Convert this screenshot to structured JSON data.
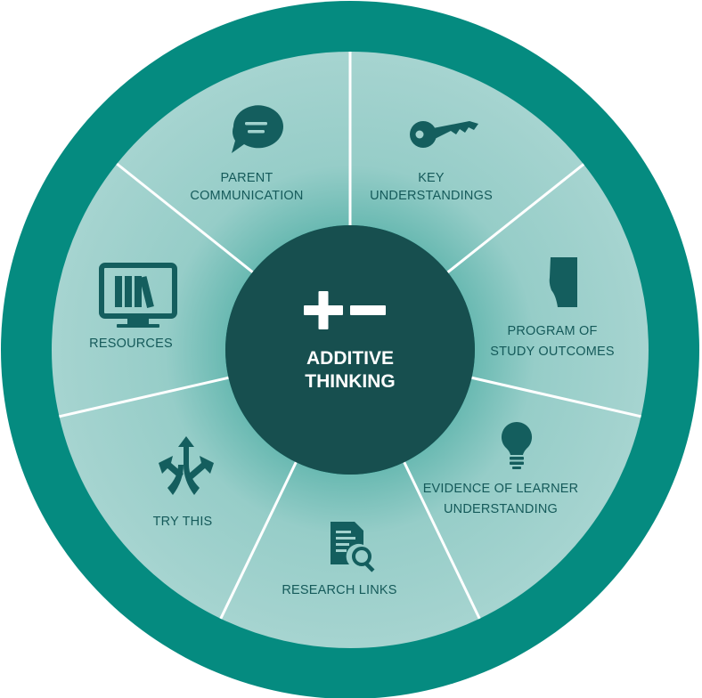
{
  "center": {
    "title_line1": "ADDITIVE",
    "title_line2": "THINKING",
    "icon": "plus-minus-icon"
  },
  "segments": [
    {
      "line1": "PARENT",
      "line2": "COMMUNICATION",
      "icon": "speech-bubble-icon"
    },
    {
      "line1": "KEY",
      "line2": "UNDERSTANDINGS",
      "icon": "key-icon"
    },
    {
      "line1": "PROGRAM OF",
      "line2": "STUDY OUTCOMES",
      "icon": "alberta-map-icon"
    },
    {
      "line1": "EVIDENCE OF LEARNER",
      "line2": "UNDERSTANDING",
      "icon": "lightbulb-icon"
    },
    {
      "line1": "RESEARCH LINKS",
      "line2": "",
      "icon": "document-search-icon"
    },
    {
      "line1": "TRY THIS",
      "line2": "",
      "icon": "branching-arrows-icon"
    },
    {
      "line1": "RESOURCES",
      "line2": "",
      "icon": "books-on-monitor-icon"
    }
  ],
  "colors": {
    "outer_ring": "#058b80",
    "segment_fill": "#9fd1cd",
    "segment_glow": "#5fb5ad",
    "divider": "#ffffff",
    "center": "#174f4f",
    "icon": "#145e5e",
    "label": "#155a5a"
  }
}
